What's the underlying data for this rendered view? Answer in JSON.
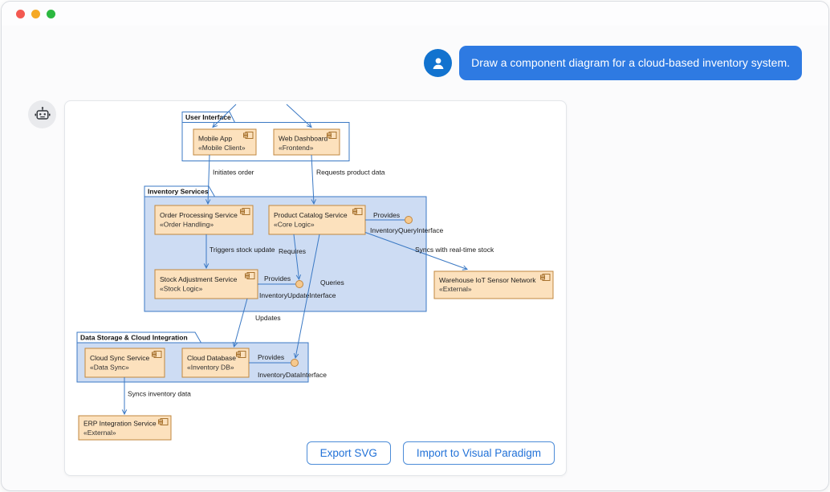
{
  "chat": {
    "user_message": "Draw a component diagram for a cloud-based inventory system."
  },
  "actions": {
    "export_svg": "Export SVG",
    "import_vp": "Import to Visual Paradigm"
  },
  "icons": {
    "user_avatar": "user-icon",
    "assistant_avatar": "robot-icon",
    "window_controls": [
      "close-icon",
      "minimize-icon",
      "zoom-icon"
    ]
  },
  "colors": {
    "user_bubble": "#2e7ae2",
    "accent_blue": "#2272d8",
    "diagram_line": "#3b79c4",
    "package_fill": "#cddcf3",
    "component_fill": "#fce1bd",
    "component_border": "#c1873f"
  },
  "diagram": {
    "packages": {
      "ui": "User Interface",
      "inventory": "Inventory Services",
      "storage": "Data Storage & Cloud Integration"
    },
    "components": {
      "mobile_app": {
        "title": "Mobile App",
        "stereo": "«Mobile Client»"
      },
      "web_dashboard": {
        "title": "Web Dashboard",
        "stereo": "«Frontend»"
      },
      "order_processing": {
        "title": "Order Processing Service",
        "stereo": "«Order Handling»"
      },
      "product_catalog": {
        "title": "Product Catalog Service",
        "stereo": "«Core Logic»"
      },
      "stock_adjustment": {
        "title": "Stock Adjustment Service",
        "stereo": "«Stock Logic»"
      },
      "warehouse_iot": {
        "title": "Warehouse IoT Sensor Network",
        "stereo": "«External»"
      },
      "cloud_sync": {
        "title": "Cloud Sync Service",
        "stereo": "«Data Sync»"
      },
      "cloud_db": {
        "title": "Cloud Database",
        "stereo": "«Inventory DB»"
      },
      "erp": {
        "title": "ERP Integration Service",
        "stereo": "«External»"
      }
    },
    "interfaces": {
      "query": {
        "provides": "Provides",
        "name": "InventoryQueryInterface"
      },
      "update": {
        "provides": "Provides",
        "name": "InventoryUpdateInterface"
      },
      "data": {
        "provides": "Provides",
        "name": "InventoryDataInterface"
      }
    },
    "edges": {
      "initiates": "Initiates order",
      "requests": "Requests product data",
      "triggers": "Triggers stock update",
      "requires": "Requires",
      "queries": "Queries",
      "syncs_realtime": "Syncs with real-time stock",
      "updates": "Updates",
      "syncs_inventory": "Syncs inventory data"
    }
  }
}
